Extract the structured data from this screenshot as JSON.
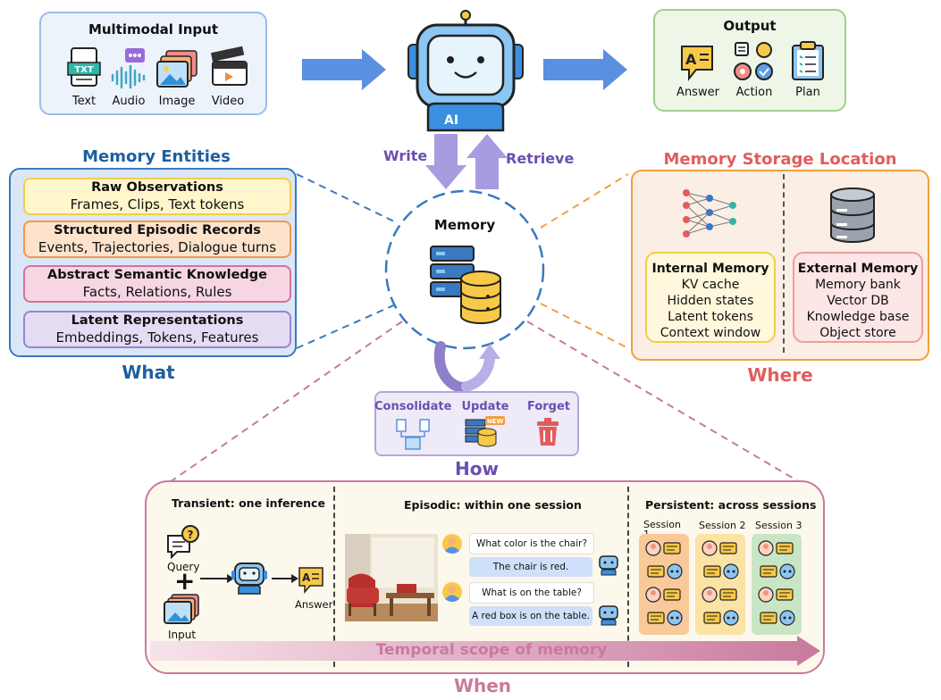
{
  "input": {
    "title": "Multimodal Input",
    "items": [
      "Text",
      "Audio",
      "Image",
      "Video"
    ],
    "txt_badge": "TXT"
  },
  "robot": {
    "badge": "AI"
  },
  "output": {
    "title": "Output",
    "items": [
      "Answer",
      "Action",
      "Plan"
    ]
  },
  "flow": {
    "write": "Write",
    "retrieve": "Retrieve"
  },
  "memory": {
    "label": "Memory"
  },
  "entities": {
    "title": "Memory Entities",
    "footer": "What",
    "items": [
      {
        "title": "Raw Observations",
        "desc": "Frames, Clips, Text tokens"
      },
      {
        "title": "Structured Episodic Records",
        "desc": "Events, Trajectories, Dialogue turns"
      },
      {
        "title": "Abstract Semantic Knowledge",
        "desc": "Facts, Relations, Rules"
      },
      {
        "title": "Latent Representations",
        "desc": "Embeddings, Tokens, Features"
      }
    ]
  },
  "storage": {
    "title": "Memory Storage Location",
    "footer": "Where",
    "internal": {
      "title": "Internal Memory",
      "items": [
        "KV cache",
        "Hidden states",
        "Latent tokens",
        "Context window"
      ]
    },
    "external": {
      "title": "External Memory",
      "items": [
        "Memory bank",
        "Vector DB",
        "Knowledge base",
        "Object store"
      ]
    }
  },
  "how": {
    "footer": "How",
    "ops": [
      "Consolidate",
      "Update",
      "Forget"
    ],
    "new_badge": "NEW"
  },
  "when": {
    "footer": "When",
    "arrow_label": "Temporal scope of memory",
    "transient": {
      "title": "Transient: one inference",
      "query": "Query",
      "input": "Input",
      "answer": "Answer"
    },
    "episodic": {
      "title": "Episodic: within one session",
      "q1": "What color is the chair?",
      "a1": "The chair is red.",
      "q2": "What is on the table?",
      "a2": "A red box is on the table."
    },
    "persistent": {
      "title": "Persistent: across sessions",
      "sessions": [
        "Session 1",
        "Session 2",
        "Session 3"
      ]
    }
  },
  "colors": {
    "blue": "#1f5fa0",
    "red": "#e25c5c",
    "purple": "#6a4fb0",
    "pink": "#c97a9c",
    "orange": "#f0a040",
    "accent_blue": "#5b8fe0"
  }
}
